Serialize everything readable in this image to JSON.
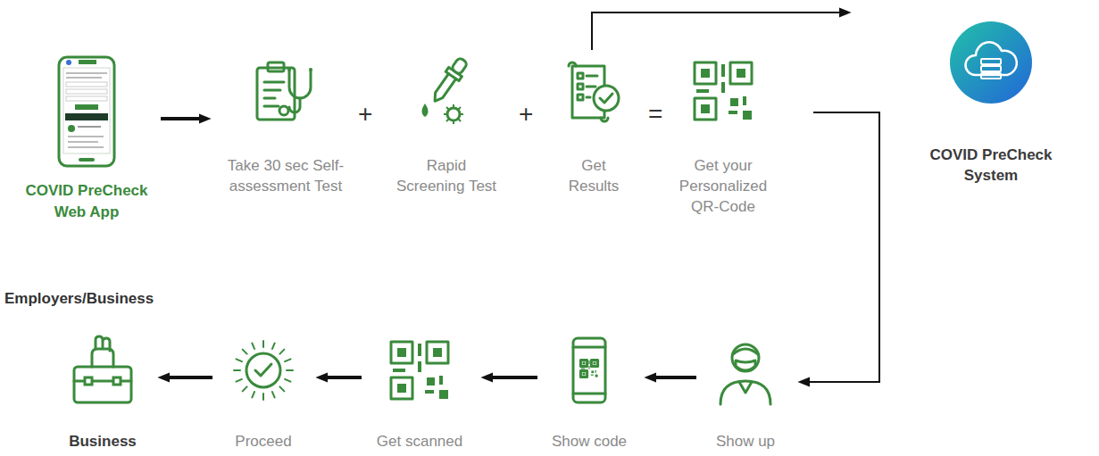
{
  "diagram": {
    "nodes": [
      {
        "text": [
          "COVID PreCheck Web App"
        ]
      },
      {
        "text": [
          "Take 30 sec Self-assessment Test"
        ]
      },
      {
        "text": [
          "Rapid Screening Test"
        ]
      },
      {
        "text": [
          "Get Results"
        ]
      },
      {
        "text": [
          "Get your Personalized QR-Code"
        ]
      },
      {
        "text": [
          "COVID PreCheck System"
        ]
      },
      {
        "text": [
          "Show up"
        ]
      },
      {
        "text": [
          "Show code"
        ]
      },
      {
        "text": [
          "Get scanned"
        ]
      },
      {
        "text": [
          "Proceed"
        ]
      },
      {
        "text": [
          "Business"
        ]
      }
    ],
    "edges": [
      {
        "from": 0,
        "to": 1,
        "arrow": "to"
      },
      {
        "from": 3,
        "to": 5,
        "arrow": "to"
      },
      {
        "from": 4,
        "to": 6,
        "arrow": "to"
      },
      {
        "from": 6,
        "to": 7,
        "arrow": "to"
      },
      {
        "from": 7,
        "to": 8,
        "arrow": "to"
      },
      {
        "from": 8,
        "to": 9,
        "arrow": "to"
      },
      {
        "from": 9,
        "to": 10,
        "arrow": "to"
      }
    ],
    "labels": [
      "+",
      "+",
      "=",
      "Employers/Business"
    ]
  }
}
